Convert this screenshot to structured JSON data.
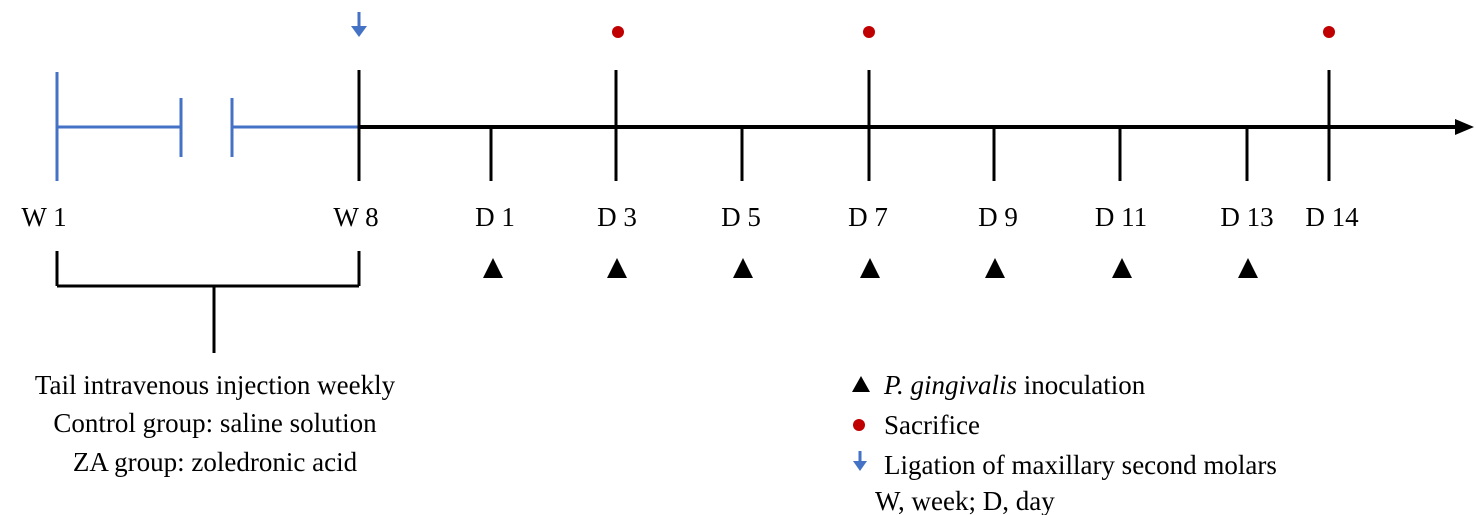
{
  "colors": {
    "timeline": "#000000",
    "pre_phase": "#4472C4",
    "sacrifice": "#C00000",
    "ligation_arrow": "#4472C4",
    "inoculation": "#000000"
  },
  "week_labels": [
    "W 1",
    "W 8"
  ],
  "day_labels": [
    "D 1",
    "D 3",
    "D 5",
    "D 7",
    "D 9",
    "D 11",
    "D 13",
    "D 14"
  ],
  "inoculation_days": [
    "D 1",
    "D 3",
    "D 5",
    "D 7",
    "D 9",
    "D 11",
    "D 13"
  ],
  "sacrifice_days": [
    "D 3",
    "D 7",
    "D 14"
  ],
  "ligation_at": "W 8",
  "injection_note": [
    "Tail intravenous injection weekly",
    "Control group: saline solution",
    "ZA group: zoledronic acid"
  ],
  "legend": {
    "inoculation_species": "P. gingivalis",
    "inoculation_suffix": " inoculation",
    "sacrifice": "Sacrifice",
    "ligation": "Ligation of maxillary second molars",
    "abbreviations": "W, week; D, day"
  },
  "icons": {
    "inoculation": "triangle-icon",
    "sacrifice": "dot-icon",
    "ligation": "down-arrow-icon"
  }
}
